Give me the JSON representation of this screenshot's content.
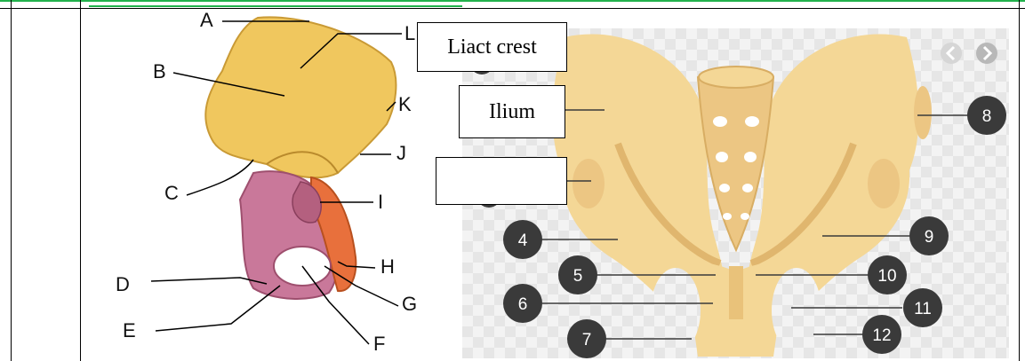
{
  "left_figure": {
    "letters": [
      "A",
      "B",
      "C",
      "D",
      "E",
      "F",
      "G",
      "H",
      "I",
      "J",
      "K",
      "L"
    ]
  },
  "right_figure": {
    "numbers": [
      "4",
      "5",
      "6",
      "7",
      "8",
      "9",
      "10",
      "11",
      "12"
    ],
    "nav_icons": [
      "chevron-left-icon",
      "chevron-right-icon"
    ]
  },
  "label_boxes": {
    "box1": "Liact crest",
    "box2": "Ilium",
    "box3": ""
  },
  "colors": {
    "bone": "#f0c75e",
    "bone_dark": "#d9a63c",
    "pubis_pink": "#c9789a",
    "ischium_orange": "#e8703c",
    "pelvis_cream": "#f4d796",
    "pelvis_shadow": "#e5c07a",
    "marker": "#3a3a3a",
    "table_green": "#22b14c"
  }
}
